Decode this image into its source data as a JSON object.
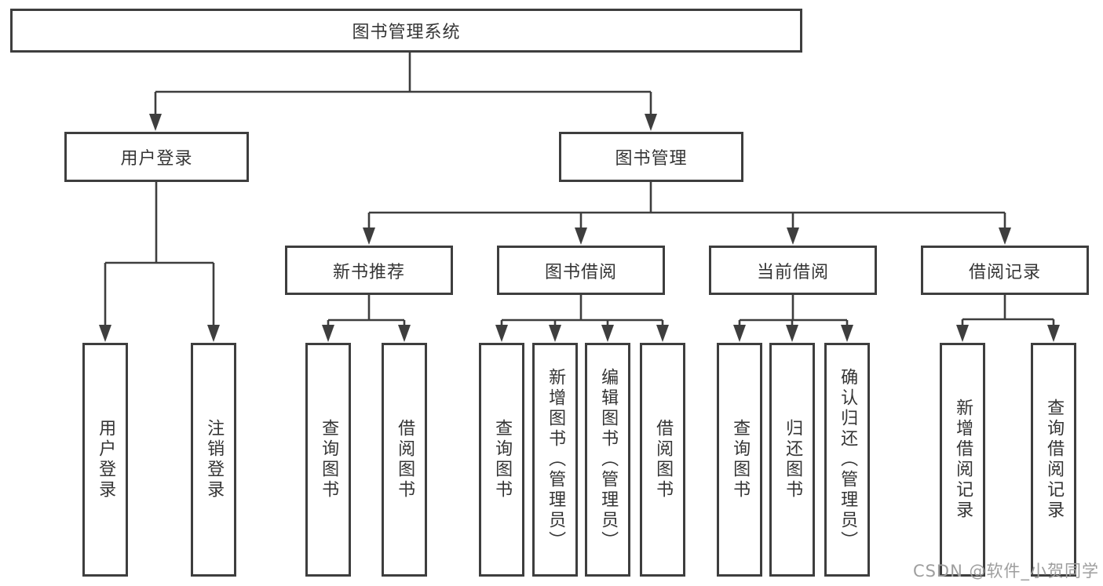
{
  "diagram": {
    "title": "图书管理系统",
    "branches": [
      {
        "label": "用户登录",
        "children": [
          {
            "label": "用户登录"
          },
          {
            "label": "注销登录"
          }
        ]
      },
      {
        "label": "图书管理",
        "children": [
          {
            "label": "新书推荐",
            "children": [
              {
                "label": "查询图书"
              },
              {
                "label": "借阅图书"
              }
            ]
          },
          {
            "label": "图书借阅",
            "children": [
              {
                "label": "查询图书"
              },
              {
                "label": "新增图书（管理员）"
              },
              {
                "label": "编辑图书（管理员）"
              },
              {
                "label": "借阅图书"
              }
            ]
          },
          {
            "label": "当前借阅",
            "children": [
              {
                "label": "查询图书"
              },
              {
                "label": "归还图书"
              },
              {
                "label": "确认归还（管理员）"
              }
            ]
          },
          {
            "label": "借阅记录",
            "children": [
              {
                "label": "新增借阅记录"
              },
              {
                "label": "查询借阅记录"
              }
            ]
          }
        ]
      }
    ]
  },
  "watermark": {
    "text": "CSDN @软件_小贺同学"
  },
  "colors": {
    "line": "#3e3e3e",
    "text": "#353535",
    "watermark": "#9e9e9e",
    "background": "#ffffff"
  }
}
